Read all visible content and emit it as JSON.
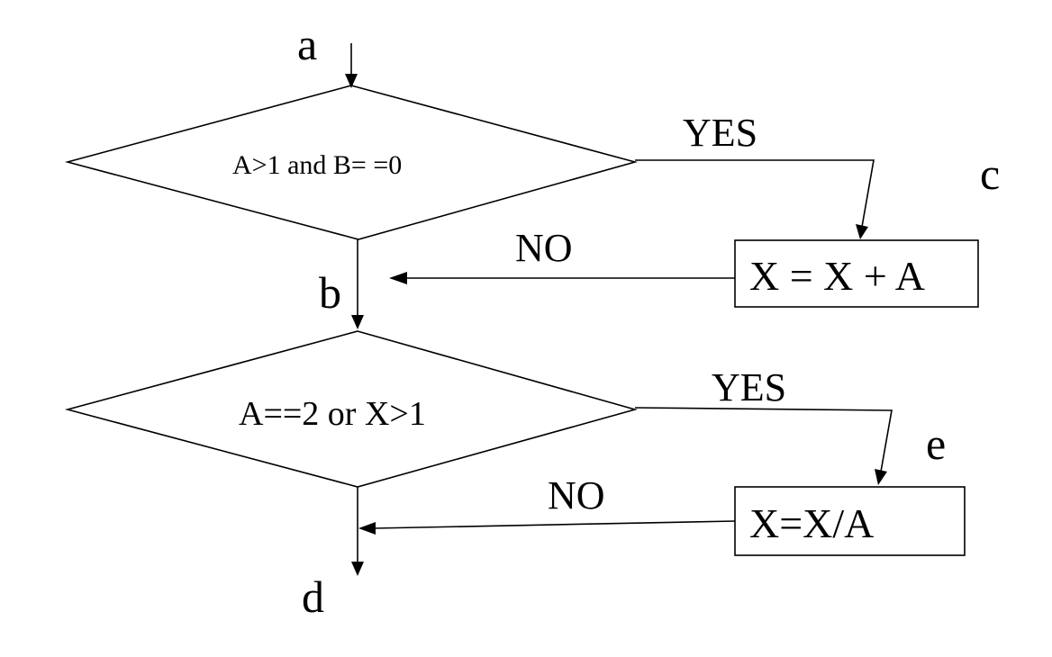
{
  "flowchart": {
    "points": {
      "a": "a",
      "b": "b",
      "c": "c",
      "d": "d",
      "e": "e"
    },
    "decision_1": {
      "condition": "A>1 and B= =0",
      "yes_label": "YES",
      "no_label": "NO"
    },
    "process_1": {
      "text": "X = X + A"
    },
    "decision_2": {
      "condition": "A==2 or X>1",
      "yes_label": "YES",
      "no_label": "NO"
    },
    "process_2": {
      "text": "X=X/A"
    }
  }
}
